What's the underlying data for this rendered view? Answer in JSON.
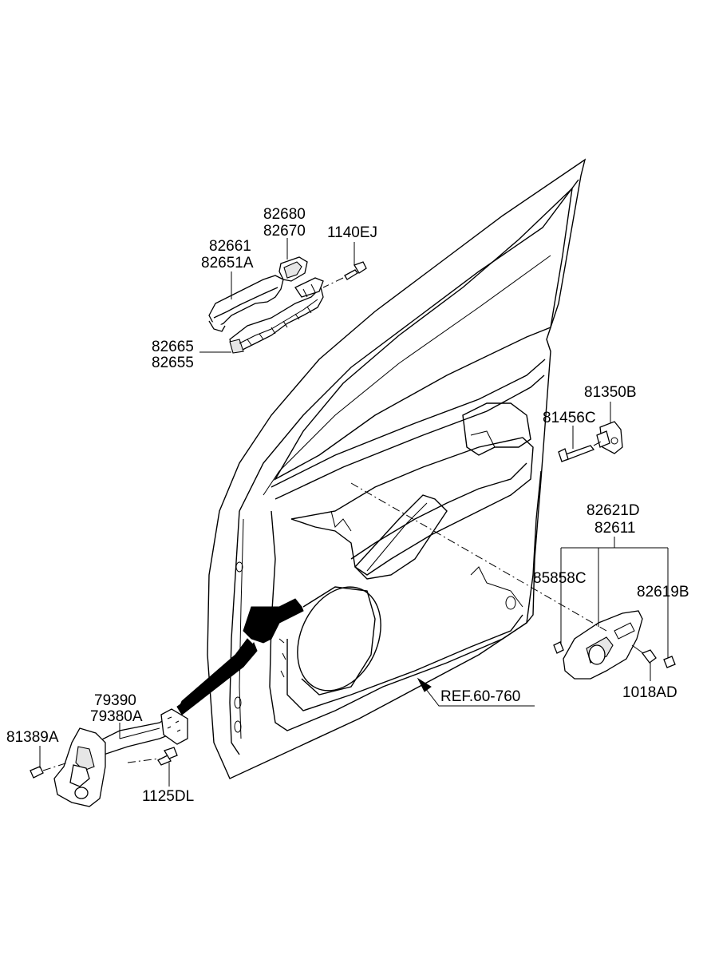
{
  "labels": {
    "p82680": "82680",
    "p82670": "82670",
    "p1140EJ": "1140EJ",
    "p82661": "82661",
    "p82651A": "82651A",
    "p82665": "82665",
    "p82655": "82655",
    "p81350B": "81350B",
    "p81456C": "81456C",
    "p82621D": "82621D",
    "p82611": "82611",
    "p85858C": "85858C",
    "p82619B": "82619B",
    "p1018AD": "1018AD",
    "ref": "REF.60-760",
    "p79390": "79390",
    "p79380A": "79380A",
    "p81389A": "81389A",
    "p1125DL": "1125DL"
  }
}
